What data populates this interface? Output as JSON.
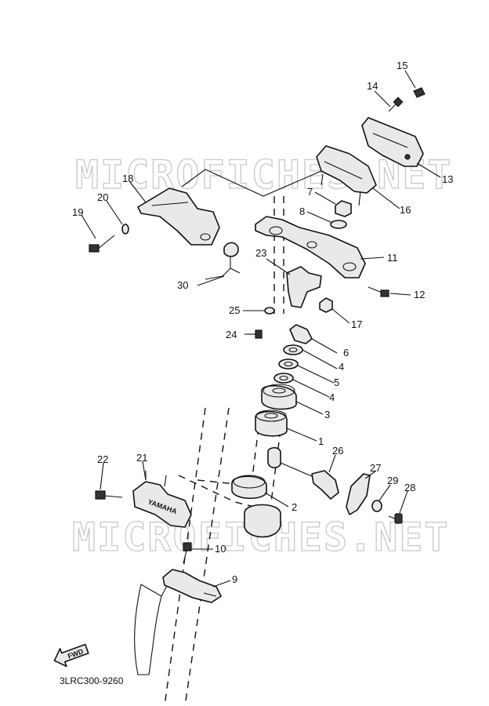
{
  "watermark": "MICROFICHES.NET",
  "diagram_code": "3LRC300-9260",
  "fwd_label": "FWD",
  "callouts": [
    "1",
    "2",
    "3",
    "4",
    "4",
    "5",
    "6",
    "7",
    "8",
    "9",
    "10",
    "11",
    "12",
    "13",
    "14",
    "15",
    "16",
    "17",
    "18",
    "19",
    "20",
    "21",
    "22",
    "23",
    "24",
    "25",
    "26",
    "27",
    "28",
    "29",
    "30"
  ],
  "brand_mark": "YAMAHA",
  "colors": {
    "ink": "#111111",
    "watermark": "#c9c9c9",
    "paper": "#ffffff"
  }
}
